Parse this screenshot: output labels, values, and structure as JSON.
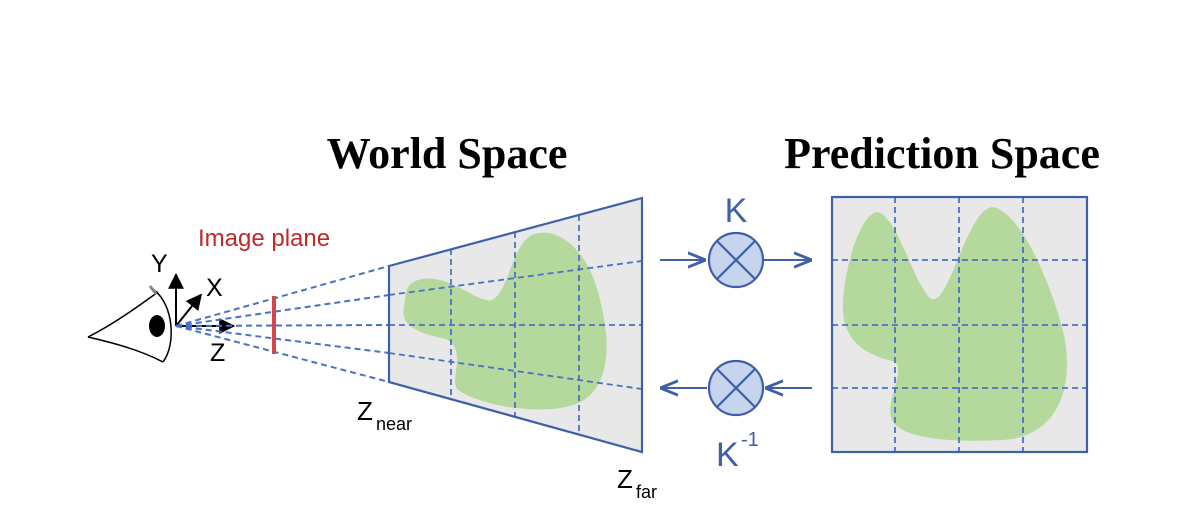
{
  "titles": {
    "world": "World Space",
    "prediction": "Prediction Space"
  },
  "labels": {
    "image_plane": "Image plane",
    "axis_y": "Y",
    "axis_x": "X",
    "axis_z": "Z",
    "z_near_base": "Z",
    "z_near_sub": "near",
    "z_far_base": "Z",
    "z_far_sub": "far",
    "k": "K",
    "k_inv_base": "K",
    "k_inv_sup": "-1"
  },
  "colors": {
    "frame_blue": "#3f5fa8",
    "dash_blue": "#4a72c4",
    "grid_fill": "#e8e8e8",
    "shape_green": "#b5d99c",
    "op_fill": "#c6d4ee",
    "image_plane_red": "#d04a4a",
    "label_red": "#c0282a"
  },
  "icons": {
    "eye": "eye-icon",
    "operator": "circle-cross-icon"
  }
}
